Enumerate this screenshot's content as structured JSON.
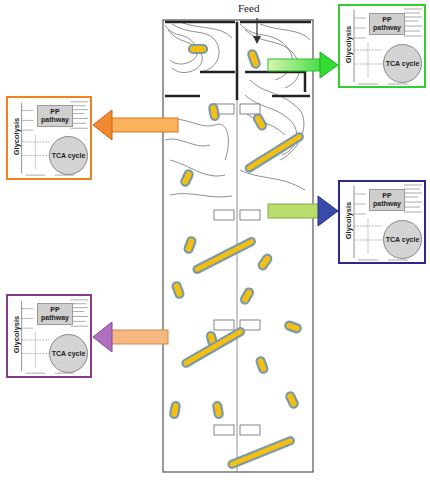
{
  "diagram": {
    "nodes": [
      {
        "text": [
          "Glycolysis"
        ]
      },
      {
        "text": [
          "PP pathway"
        ],
        "in": 0
      },
      {
        "text": [
          "TCA cycle"
        ],
        "in": 0
      },
      {
        "text": [
          "Glycolysis"
        ]
      },
      {
        "text": [
          "PP pathway"
        ],
        "in": 3
      },
      {
        "text": [
          "TCA cycle"
        ],
        "in": 3
      },
      {
        "text": [
          "Glycolysis"
        ]
      },
      {
        "text": [
          "PP pathway"
        ],
        "in": 6
      },
      {
        "text": [
          "TCA cycle"
        ],
        "in": 6
      },
      {
        "text": [
          "Glycolysis"
        ]
      },
      {
        "text": [
          "PP pathway"
        ],
        "in": 9
      },
      {
        "text": [
          "TCA cycle"
        ],
        "in": 9
      }
    ],
    "labels": [
      "Feed"
    ]
  }
}
